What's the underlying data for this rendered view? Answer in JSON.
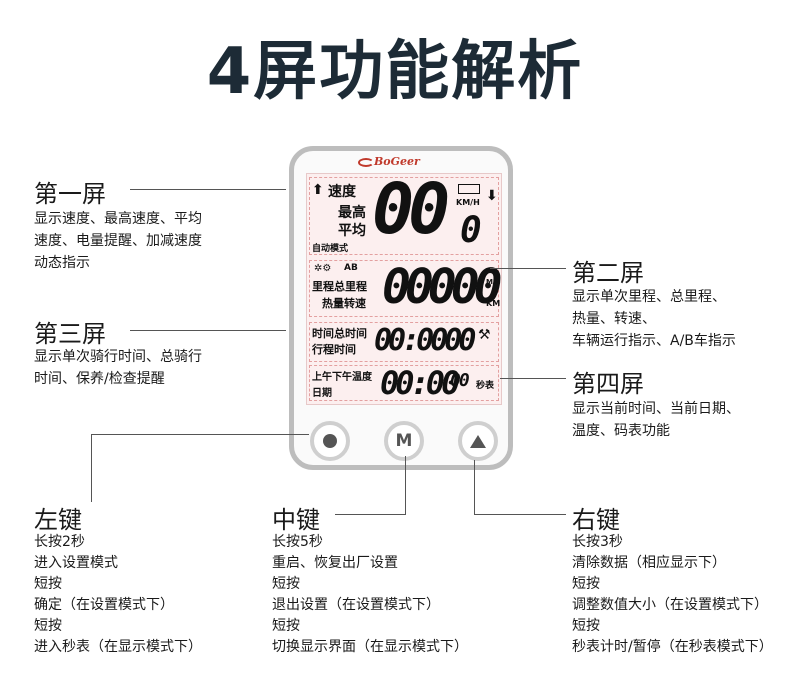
{
  "title": "4屏功能解析",
  "device": {
    "brand": "BoGeer",
    "screen1": {
      "speed": "速度",
      "max": "最高",
      "avg": "平均",
      "auto_mode": "自动模式",
      "unit": "KM/H",
      "value": "00",
      "decimal": "0"
    },
    "screen2": {
      "trip": "里程总里程",
      "heat": "热量转速",
      "ab": "AB",
      "value": "00000",
      "unit_top": "MM",
      "unit_bottom": "KM"
    },
    "screen3": {
      "time": "时间总时间",
      "ride": "行程时间",
      "value": "00:0000"
    },
    "screen4": {
      "clock": "上午下午温度",
      "date": "日期",
      "value": "00:00",
      "small": "00",
      "stopwatch": "秒表"
    },
    "buttons": {
      "middle": "M"
    }
  },
  "annotations": {
    "screen1": {
      "heading": "第一屏",
      "lines": [
        "显示速度、最高速度、平均",
        "速度、电量提醒、加减速度",
        "动态指示"
      ]
    },
    "screen2": {
      "heading": "第二屏",
      "lines": [
        "显示单次里程、总里程、",
        "热量、转速、",
        "车辆运行指示、A/B车指示"
      ]
    },
    "screen3": {
      "heading": "第三屏",
      "lines": [
        "显示单次骑行时间、总骑行",
        "时间、保养/检查提醒"
      ]
    },
    "screen4": {
      "heading": "第四屏",
      "lines": [
        "显示当前时间、当前日期、",
        "温度、码表功能"
      ]
    },
    "left_key": {
      "heading": "左键",
      "lines": [
        "长按2秒",
        "进入设置模式",
        "短按",
        "确定（在设置模式下）",
        "短按",
        "进入秒表（在显示模式下）"
      ]
    },
    "middle_key": {
      "heading": "中键",
      "lines": [
        "长按5秒",
        "重启、恢复出厂设置",
        "短按",
        "退出设置（在设置模式下）",
        "短按",
        "切换显示界面（在显示模式下）"
      ]
    },
    "right_key": {
      "heading": "右键",
      "lines": [
        "长按3秒",
        "清除数据（相应显示下）",
        "短按",
        "调整数值大小（在设置模式下）",
        "短按",
        "秒表计时/暂停（在秒表模式下）"
      ]
    }
  }
}
